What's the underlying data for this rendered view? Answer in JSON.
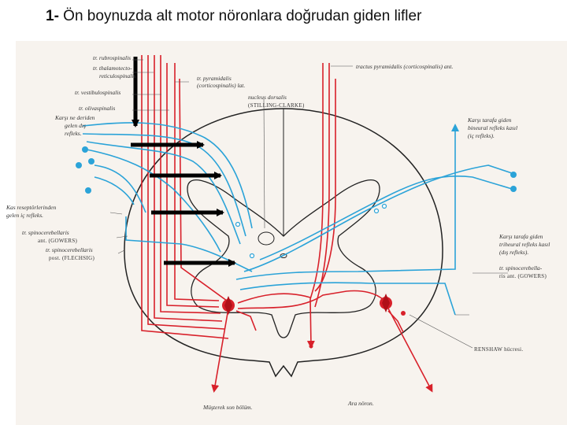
{
  "slide": {
    "title_number": "1-",
    "title_text": " Ön boynuzda alt motor nöronlara doğrudan giden lifler"
  },
  "diagram": {
    "colors": {
      "motor": "#d8202a",
      "sensory": "#2ba3d8",
      "outline": "#222222",
      "arrow": "#000000",
      "paper": "#f7f3ee"
    },
    "labels": {
      "rubrospinalis": "tr. rubrospinalis",
      "thalamo": "tr. thalamotecto-",
      "reticulo": "reticulospinalis",
      "vestibulo": "tr. vestibulospinalis",
      "oliva": "tr. olivaspinalis",
      "pyramidalis_lat_1": "tr. pyramidalis",
      "pyramidalis_lat_2": "(corticospinalis) lat.",
      "nucleus_1": "nucleus dorsalis",
      "nucleus_2": "(STILLING-CLARKE)",
      "pyramidalis_ant": "tractus pyramidalis (corticospinalis) ant.",
      "karsi_left_1": "Karşı ne deriden",
      "karsi_left_2": "gelen dış",
      "karsi_left_3": "refleks.",
      "kas_1": "Kas reseptörlerinden",
      "kas_2": "gelen iç refleks.",
      "spino_ant_1": "tr. spinocerebellaris",
      "spino_ant_2": "ant. (GOWERS)",
      "spino_post_1": "tr. spinocerebellaris",
      "spino_post_2": "post. (FLECHSIG)",
      "right_top_1": "Karşı tarafa giden",
      "right_top_2": "bineural refleks kasıl",
      "right_top_3": "(iç refleks).",
      "right_mid_1": "Karşı tarafa giden",
      "right_mid_2": "triheural refleks kasıl",
      "right_mid_3": "(dış refleks).",
      "right_spino_1": "tr. spinocerebella-",
      "right_spino_2": "ris ant. (GOWERS)",
      "renshaw": "RENSHAW hücresi.",
      "mugterek": "Müşterek son bölüm.",
      "ara": "Ara nöron."
    }
  }
}
